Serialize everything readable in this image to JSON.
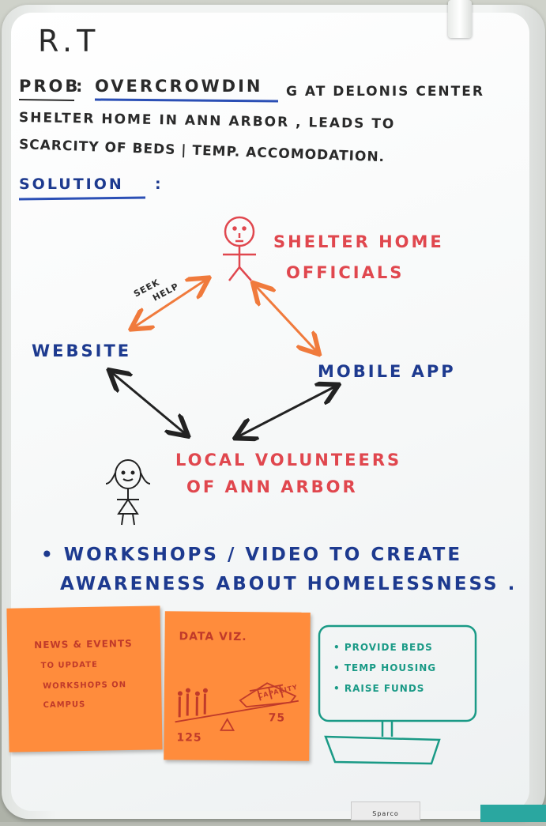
{
  "board": {
    "initials": "R.T",
    "problem_label": "PROB",
    "problem_line1_key": "OVERCROWDIN",
    "problem_line1_rest": "G AT DELONIS CENTER",
    "problem_line2": "SHELTER HOME IN ANN ARBOR , LEADS TO",
    "problem_line3": "SCARCITY OF BEDS | TEMP. ACCOMODATION.",
    "solution_label": "SOLUTION",
    "solution_colon": ":"
  },
  "diagram": {
    "officials_line1": "SHELTER HOME",
    "officials_line2": "OFFICIALS",
    "seek_help_line1": "SEEK",
    "seek_help_line2": "HELP",
    "website": "WEBSITE",
    "mobile_app": "MOBILE APP",
    "volunteers_line1": "LOCAL VOLUNTEERS",
    "volunteers_line2": "OF ANN ARBOR"
  },
  "bullet": {
    "line1": "• WORKSHOPS / VIDEO TO CREATE",
    "line2": "AWARENESS ABOUT HOMELESSNESS ."
  },
  "notes": {
    "news": [
      "NEWS & EVENTS",
      "TO UPDATE",
      "WORKSHOPS ON",
      "CAMPUS"
    ],
    "dataviz_title": "DATA VIZ.",
    "capacity_label": "CAPACITY",
    "count_left": "125",
    "count_right": "75"
  },
  "screen": {
    "items": [
      "• PROVIDE BEDS",
      "• TEMP HOUSING",
      "• RAISE FUNDS"
    ]
  },
  "brand": "Sparco",
  "colors": {
    "ink_black": "#2a2a2a",
    "ink_red": "#e0474e",
    "ink_navy": "#1d3a8f",
    "ink_blue": "#2b4fb5",
    "ink_orange": "#f07a3c",
    "ink_teal": "#1a9a86",
    "sticky_orange": "#ff8c3c"
  }
}
